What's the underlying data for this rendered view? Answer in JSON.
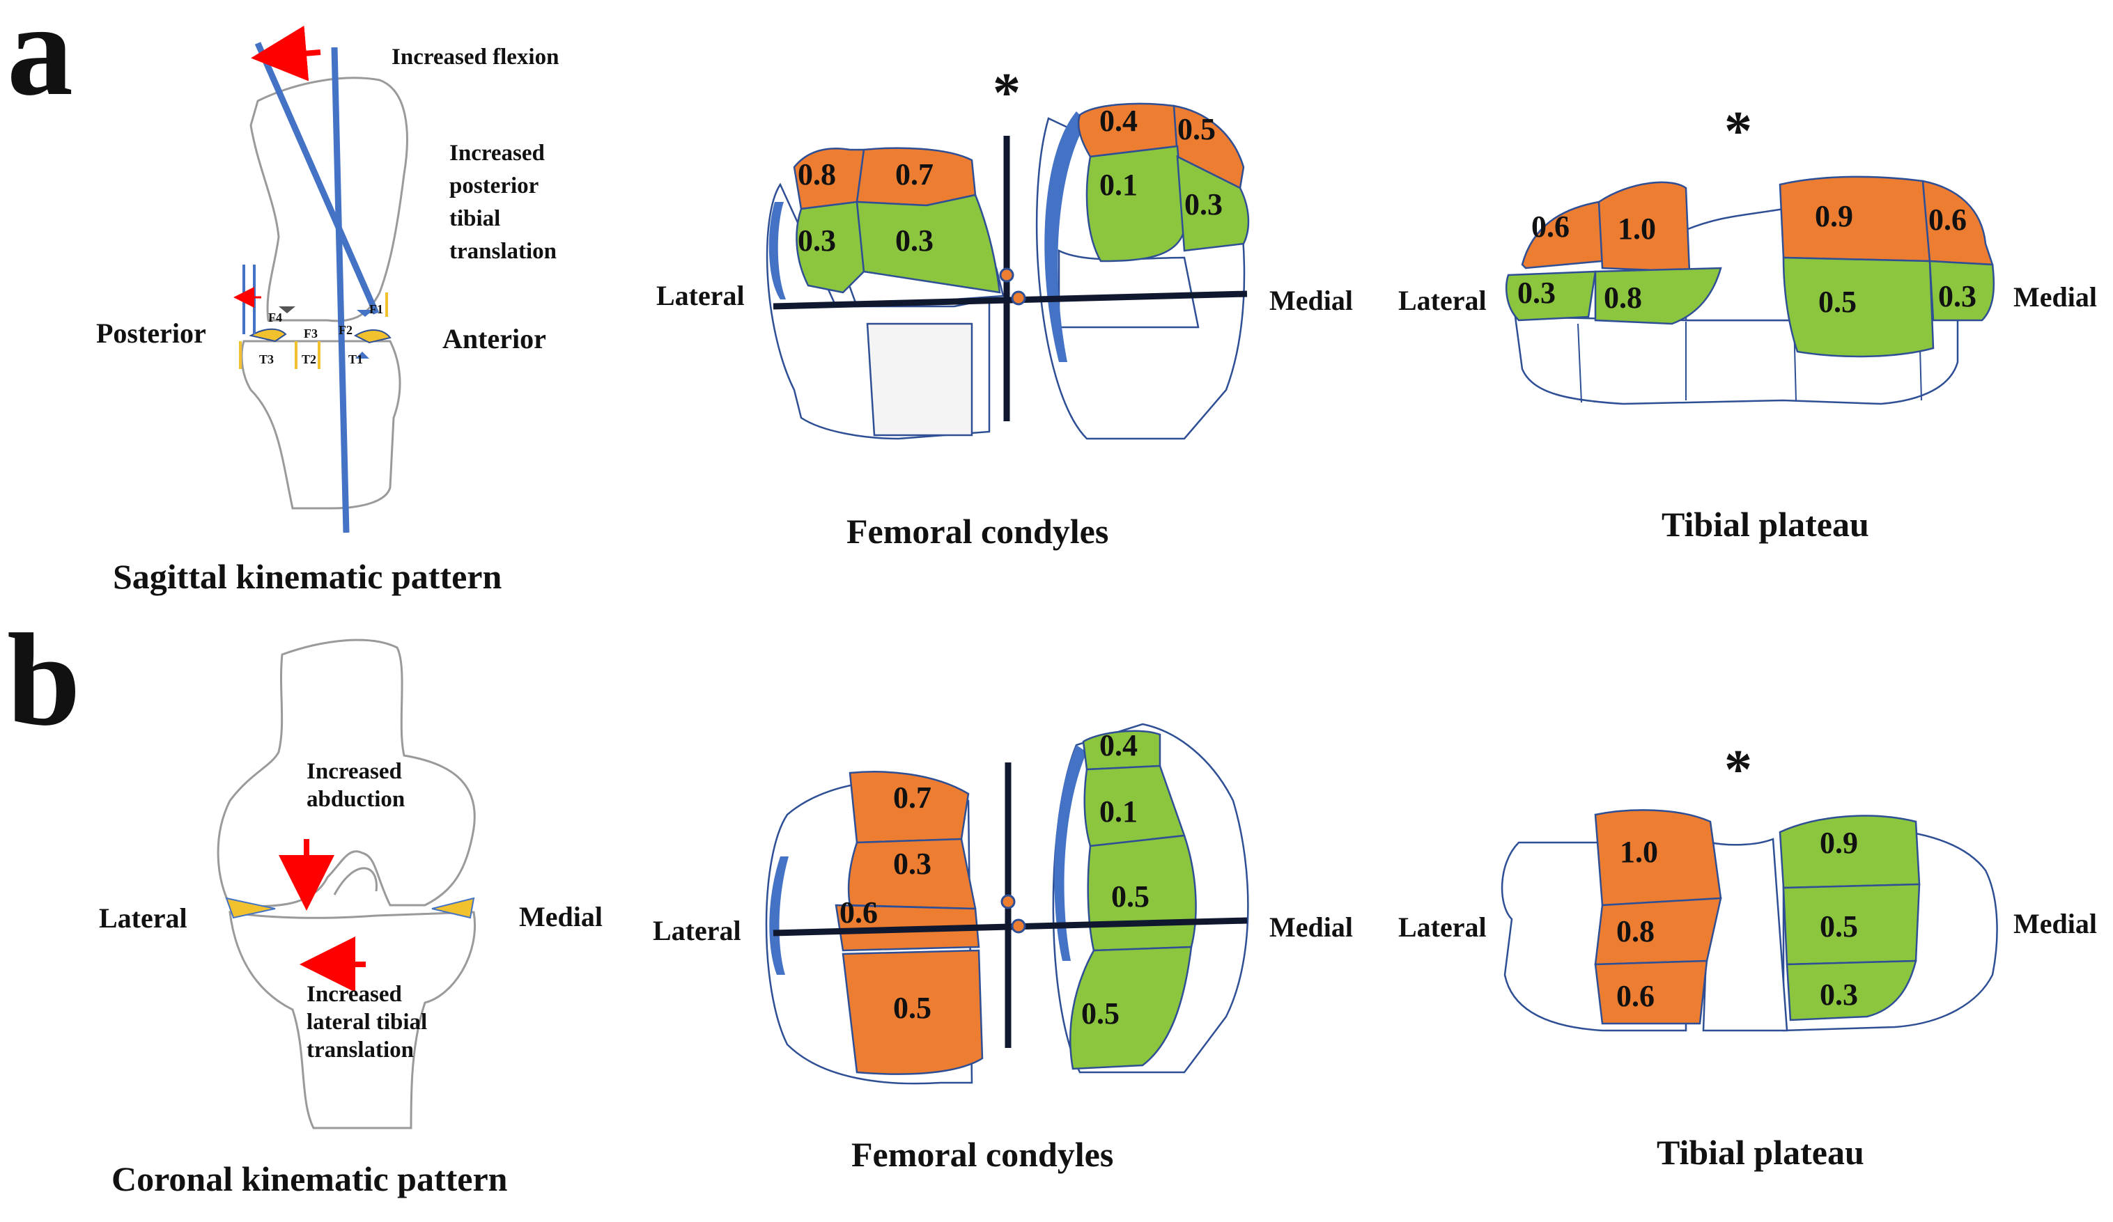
{
  "panels": {
    "a": {
      "letter": "a",
      "sagittal": {
        "title": "Sagittal kinematic pattern",
        "posterior": "Posterior",
        "anterior": "Anterior",
        "ann_flexion": "Increased flexion",
        "ann_translation": [
          "Increased",
          "posterior",
          "tibial",
          "translation"
        ],
        "points": {
          "f1": "F1",
          "f2": "F2",
          "f3": "F3",
          "f4": "F4",
          "t1": "T1",
          "t2": "T2",
          "t3": "T3"
        }
      },
      "femoral": {
        "title": "Femoral condyles",
        "star": "*",
        "lateral": "Lateral",
        "medial": "Medial",
        "values": {
          "lat_outer": "0.8",
          "lat_inner": "0.7",
          "lat_center": "0.3",
          "lat_center2": "0.3",
          "med_top": "0.4",
          "med_top2": "0.5",
          "med_center": "0.1",
          "med_outer": "0.3"
        }
      },
      "tibial": {
        "title": "Tibial plateau",
        "star": "*",
        "lateral": "Lateral",
        "medial": "Medial",
        "values": {
          "lat_ant_outer": "0.6",
          "lat_ant_inner": "1.0",
          "lat_mid_outer": "0.3",
          "lat_mid_inner": "0.8",
          "med_ant": "0.9",
          "med_ant_outer": "0.6",
          "med_mid": "0.5",
          "med_mid_outer": "0.3"
        }
      }
    },
    "b": {
      "letter": "b",
      "coronal": {
        "title": "Coronal kinematic pattern",
        "lateral": "Lateral",
        "medial": "Medial",
        "ann_abduction": [
          "Increased",
          "abduction"
        ],
        "ann_translation": [
          "Increased",
          "lateral tibial",
          "translation"
        ]
      },
      "femoral": {
        "title": "Femoral condyles",
        "lateral": "Lateral",
        "medial": "Medial",
        "values": {
          "lat_1": "0.7",
          "lat_2": "0.3",
          "lat_3": "0.6",
          "lat_4": "0.5",
          "med_1": "0.4",
          "med_2": "0.1",
          "med_3": "0.5",
          "med_4": "0.5"
        }
      },
      "tibial": {
        "title": "Tibial plateau",
        "star": "*",
        "lateral": "Lateral",
        "medial": "Medial",
        "values": {
          "lat_1": "1.0",
          "lat_2": "0.8",
          "lat_3": "0.6",
          "med_1": "0.9",
          "med_2": "0.5",
          "med_3": "0.3"
        }
      }
    }
  },
  "colors": {
    "orange": "#ED7D31",
    "green": "#8CC63F",
    "blue": "#4472C4",
    "outline": "#2e4f95",
    "arrow": "#FF0000",
    "cartilage": "#F2C22E"
  }
}
